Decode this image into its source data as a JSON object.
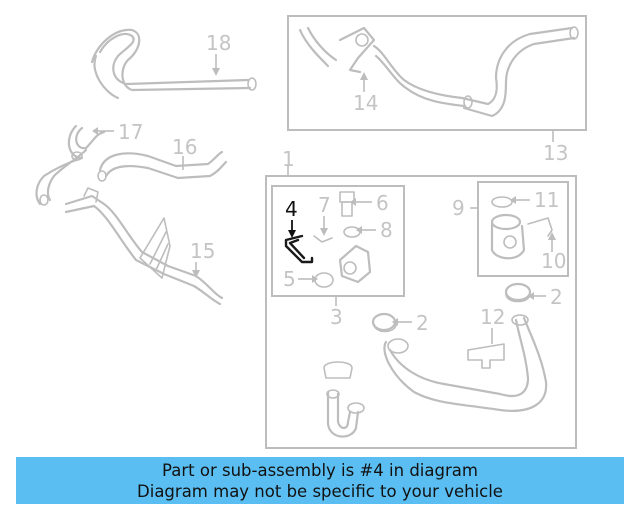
{
  "diagram": {
    "callouts": [
      {
        "id": "18",
        "text": "18"
      },
      {
        "id": "17",
        "text": "17"
      },
      {
        "id": "16",
        "text": "16"
      },
      {
        "id": "15",
        "text": "15"
      },
      {
        "id": "14",
        "text": "14"
      },
      {
        "id": "13",
        "text": "13"
      },
      {
        "id": "1",
        "text": "1"
      },
      {
        "id": "4",
        "text": "4",
        "highlighted": true
      },
      {
        "id": "7",
        "text": "7"
      },
      {
        "id": "6",
        "text": "6"
      },
      {
        "id": "8",
        "text": "8"
      },
      {
        "id": "5",
        "text": "5"
      },
      {
        "id": "3",
        "text": "3"
      },
      {
        "id": "9",
        "text": "9"
      },
      {
        "id": "11",
        "text": "11"
      },
      {
        "id": "10",
        "text": "10"
      },
      {
        "id": "2a",
        "text": "2"
      },
      {
        "id": "2b",
        "text": "2"
      },
      {
        "id": "12",
        "text": "12"
      }
    ],
    "highlighted_part": "4",
    "colors": {
      "line": "#bdbdbd",
      "highlight": "#111111",
      "banner": "#5bbef2"
    }
  },
  "banner": {
    "line1": "Part or sub-assembly is #4 in diagram",
    "line2": "Diagram may not be specific to your vehicle"
  }
}
